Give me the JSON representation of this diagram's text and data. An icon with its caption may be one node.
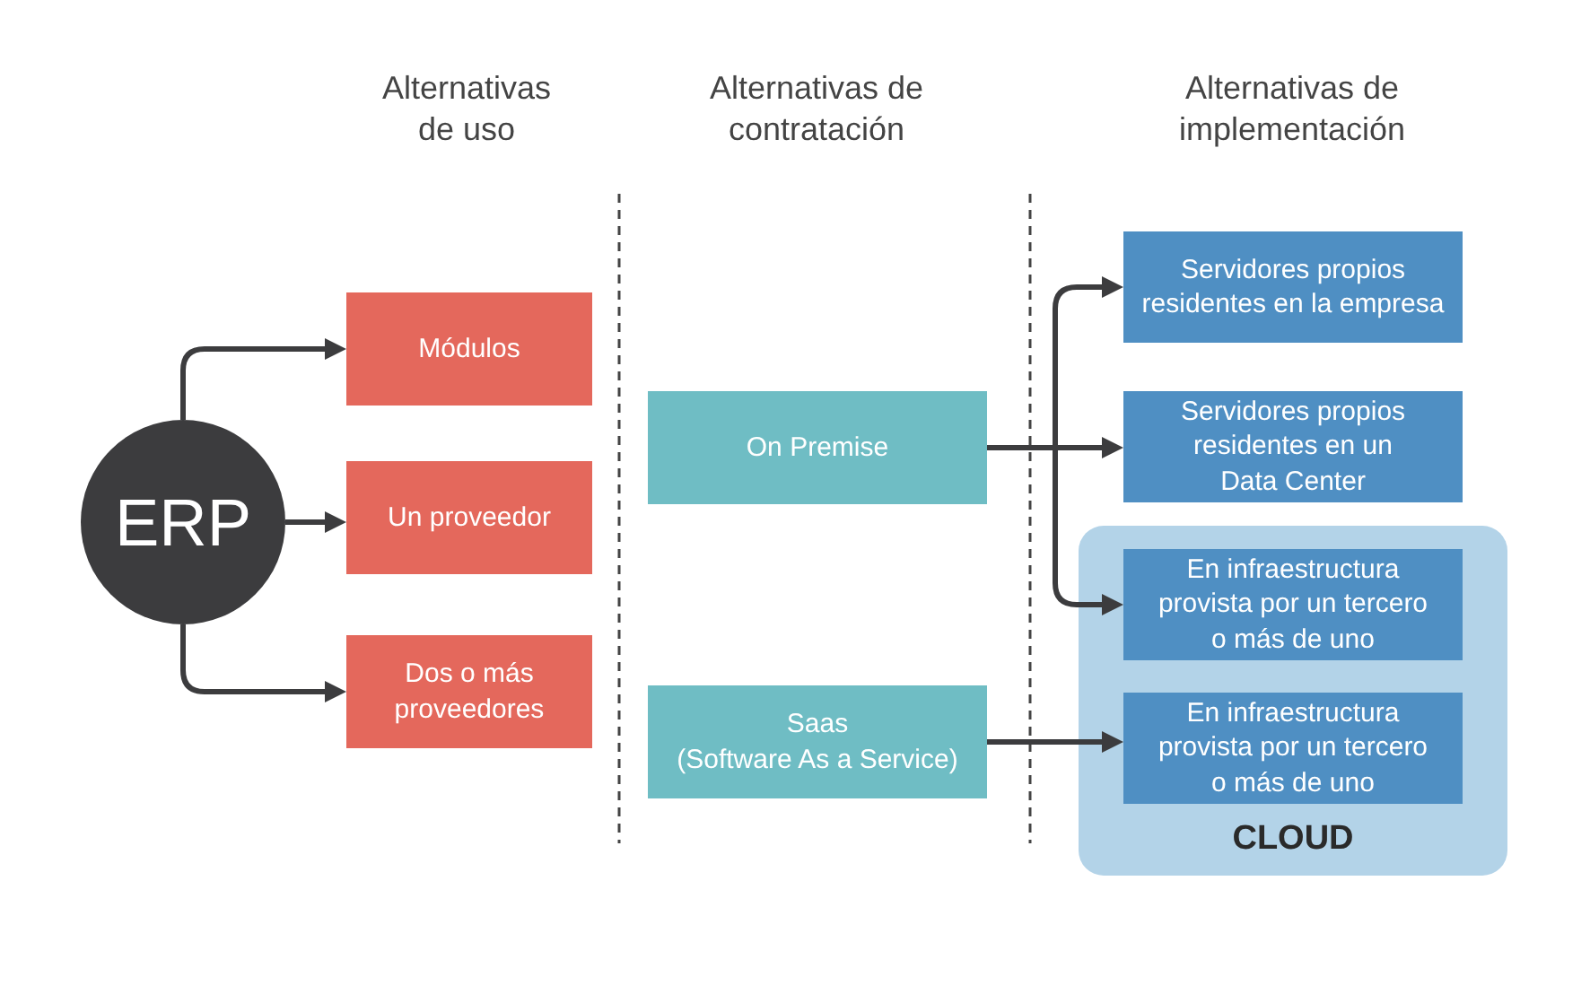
{
  "diagram": {
    "nodes": [
      {
        "text": [
          "ERP"
        ]
      },
      {
        "text": [
          "Módulos"
        ]
      },
      {
        "text": [
          "Un proveedor"
        ]
      },
      {
        "text": [
          "Dos o más proveedores"
        ]
      },
      {
        "text": [
          "On Premise"
        ]
      },
      {
        "text": [
          "Saas",
          "(Software As a Service)"
        ]
      },
      {
        "text": [
          "Servidores propios residentes en la empresa"
        ]
      },
      {
        "text": [
          "Servidores propios residentes en un Data Center"
        ]
      },
      {
        "text": [
          "CLOUD"
        ]
      },
      {
        "text": [
          "En infraestructura provista por un tercero o más de uno"
        ],
        "in": 8
      },
      {
        "text": [
          "En infraestructura provista por un tercero o más de uno"
        ],
        "in": 8
      }
    ],
    "edges": [
      {
        "from": 0,
        "to": 1,
        "arrow": "to"
      },
      {
        "from": 0,
        "to": 2,
        "arrow": "to"
      },
      {
        "from": 0,
        "to": 3,
        "arrow": "to"
      },
      {
        "from": 4,
        "to": 6,
        "arrow": "to"
      },
      {
        "from": 4,
        "to": 7,
        "arrow": "to"
      },
      {
        "from": 4,
        "to": 9,
        "arrow": "to"
      },
      {
        "from": 5,
        "to": 10,
        "arrow": "to"
      }
    ],
    "labels": [
      "Alternativas de uso",
      "Alternativas de contratación",
      "Alternativas de implementación"
    ]
  }
}
